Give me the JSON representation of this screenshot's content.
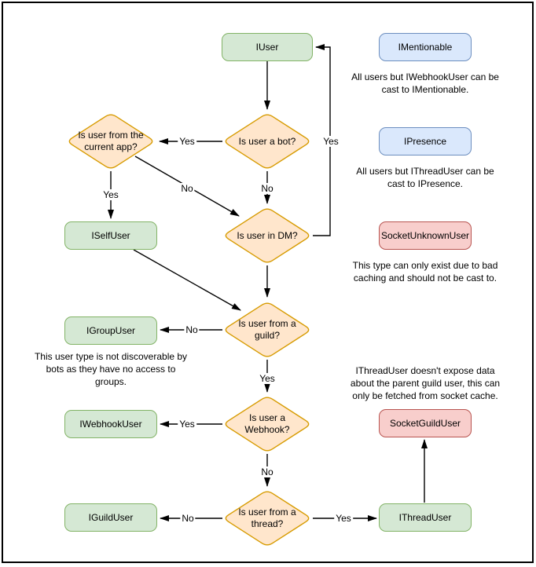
{
  "colors": {
    "green_fill": "#d5e8d4",
    "green_stroke": "#82b366",
    "blue_fill": "#dae8fc",
    "blue_stroke": "#6c8ebf",
    "red_fill": "#f8cecc",
    "red_stroke": "#b85450",
    "orange_fill": "#ffe6cc",
    "orange_stroke": "#d79b00",
    "line": "#000000",
    "text": "#000000"
  },
  "nodes": {
    "iuser": "IUser",
    "imentionable": "IMentionable",
    "ipresence": "IPresence",
    "iselfuser": "ISelfUser",
    "socketunknownuser": "SocketUnknownUser",
    "igroupuser": "IGroupUser",
    "iwebhookuser": "IWebhookUser",
    "socketguilduser": "SocketGuildUser",
    "iguilduser": "IGuildUser",
    "ithreaduser": "IThreadUser"
  },
  "decisions": {
    "is_bot": "Is user a bot?",
    "from_current_app": "Is user from the current app?",
    "in_dm": "Is user in DM?",
    "from_guild": "Is user from a guild?",
    "is_webhook": "Is user a Webhook?",
    "from_thread": "Is user from a thread?"
  },
  "edge_labels": {
    "bot_yes": "Yes",
    "bot_no": "No",
    "app_yes": "Yes",
    "app_no": "No",
    "dm_yes": "Yes",
    "guild_no": "No",
    "guild_yes": "Yes",
    "webhook_yes": "Yes",
    "webhook_no": "No",
    "thread_no": "No",
    "thread_yes": "Yes"
  },
  "notes": {
    "imentionable": "All users but IWebhookUser can be\ncast to IMentionable.",
    "ipresence": "All users but IThreadUser can be\ncast to IPresence.",
    "socketunknownuser": "This type can only exist due to bad\ncaching and should not be cast to.",
    "igroupuser": "This user type is not discoverable by\nbots as they have no access to\ngroups.",
    "ithreaduser": "IThreadUser doesn't expose data\nabout the parent guild user, this can\nonly be fetched from socket cache."
  }
}
